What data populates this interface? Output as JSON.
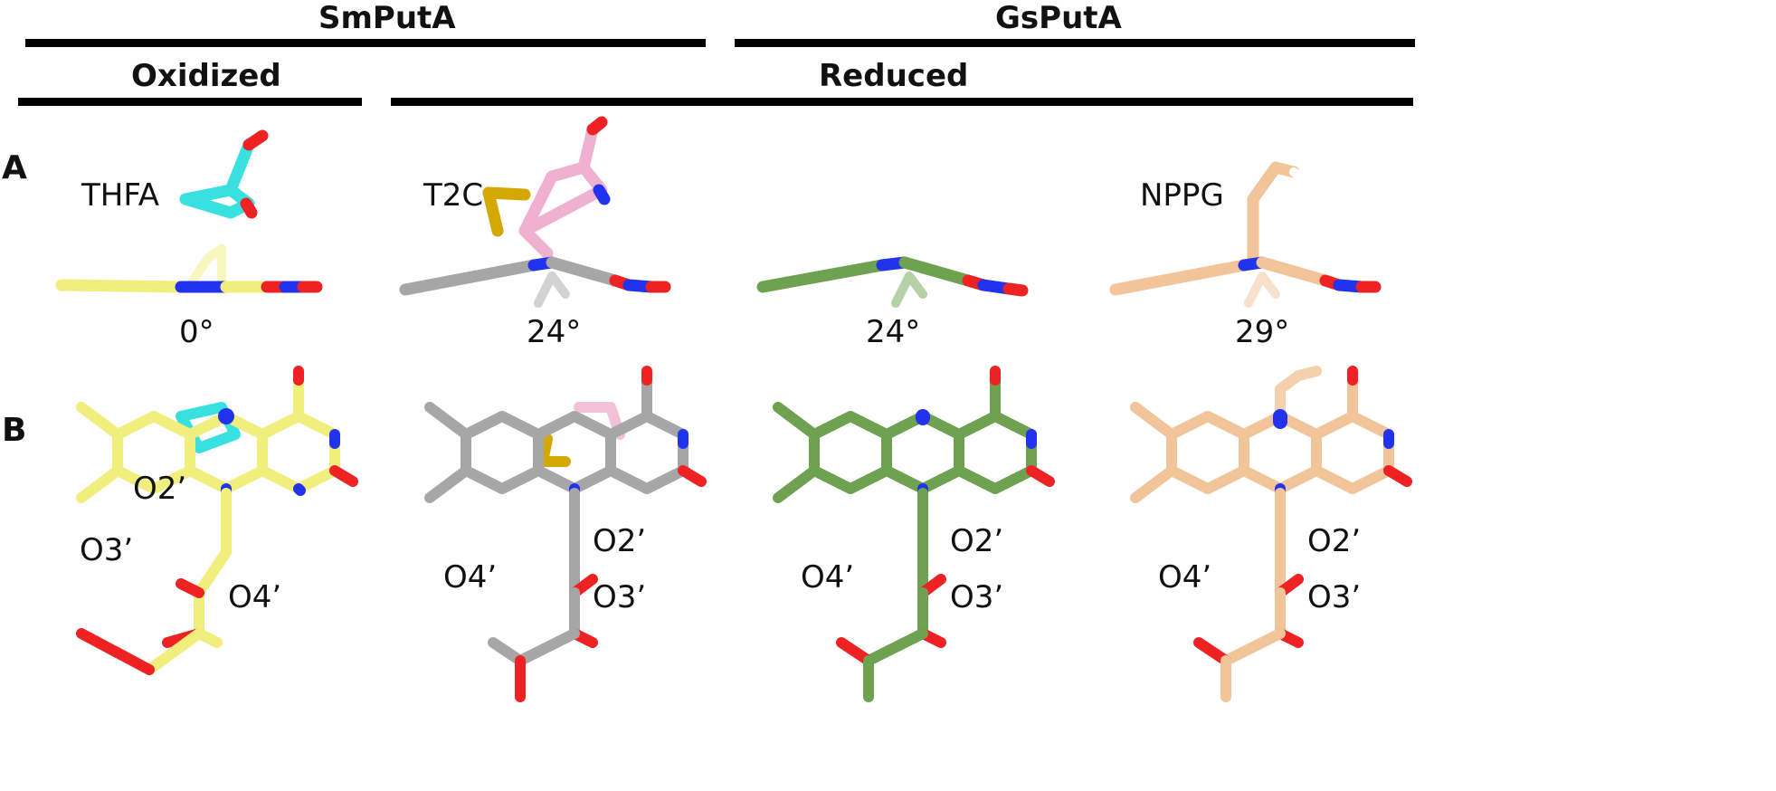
{
  "headers": {
    "smputa": "SmPutA",
    "gsputa": "GsPutA",
    "oxidized": "Oxidized",
    "reduced": "Reduced"
  },
  "panels": {
    "a": "A",
    "b": "B"
  },
  "row_a": {
    "ligands": [
      "THFA",
      "T2C",
      "",
      "NPPG"
    ],
    "angles": [
      "0°",
      "24°",
      "24°",
      "29°"
    ]
  },
  "row_b": {
    "col1": {
      "o2": "O2’",
      "o3": "O3’",
      "o4": "O4’"
    },
    "col2": {
      "o4": "O4’",
      "o2": "O2’",
      "o3": "O3’"
    },
    "col3": {
      "o4": "O4’",
      "o2": "O2’",
      "o3": "O3’"
    },
    "col4": {
      "o4": "O4’",
      "o2": "O2’",
      "o3": "O3’"
    }
  },
  "colors": {
    "fad_oxidized": "#f0ee7c",
    "fad_t2c": "#a6a6a6",
    "fad_gs": "#6ea250",
    "fad_nppg": "#f2c49a",
    "thfa": "#38e0e0",
    "t2c": "#f0b0d0",
    "nitrogen": "#2233ee",
    "oxygen": "#ee2222",
    "sulfur": "#d4a800"
  }
}
